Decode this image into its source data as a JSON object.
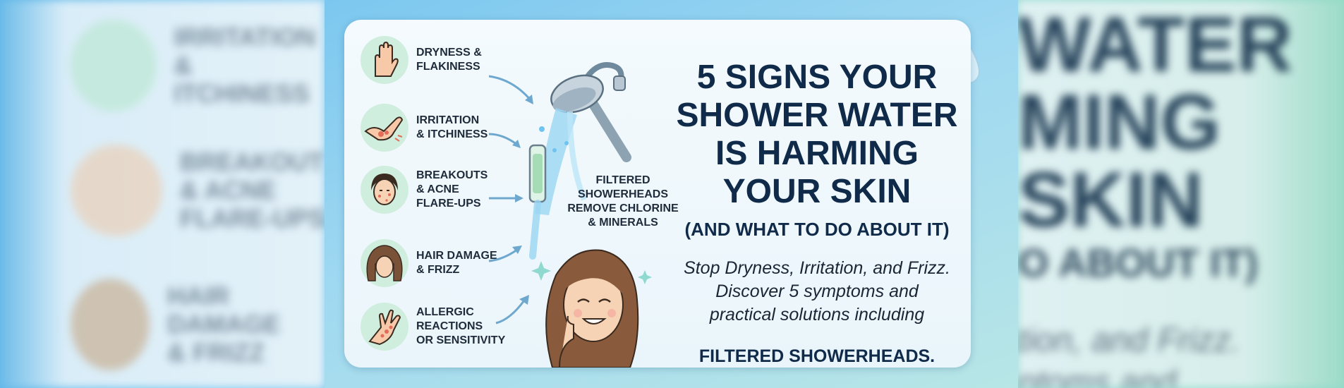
{
  "headline": {
    "title": "5 SIGNS YOUR\nSHOWER WATER\nIS HARMING\nYOUR SKIN",
    "subtitle": "(AND WHAT TO DO ABOUT IT)"
  },
  "description": {
    "text": "Stop Dryness, Irritation, and Frizz.\nDiscover 5 symptoms and\npractical solutions including",
    "emphasis": "FILTERED SHOWERHEADS."
  },
  "filter_note": "FILTERED\nSHOWERHEADS\nREMOVE CHLORINE\n& MINERALS",
  "symptoms": [
    {
      "label": "DRYNESS &\nFLAKINESS",
      "icon": "hand-icon"
    },
    {
      "label": "IRRITATION\n& ITCHINESS",
      "icon": "irritated-arm-icon"
    },
    {
      "label": "BREAKOUTS\n& ACNE\nFLARE-UPS",
      "icon": "acne-face-icon"
    },
    {
      "label": "HAIR DAMAGE\n& FRIZZ",
      "icon": "frizzy-hair-icon"
    },
    {
      "label": "ALLERGIC\nREACTIONS\nOR SENSITIVITY",
      "icon": "rash-hand-icon"
    }
  ],
  "background_left": {
    "items": [
      "IRRITATION\n& ITCHINESS",
      "BREAKOUTS\n& ACNE\nFLARE-UPS",
      "HAIR DAMAGE\n& FRIZZ"
    ]
  },
  "background_right": {
    "big_lines": [
      "WATER",
      "MING",
      "SKIN"
    ],
    "mid_line": "O ABOUT IT)",
    "italic_lines": [
      "tion, and Frizz.",
      "ptoms and"
    ]
  },
  "colors": {
    "title": "#102a4a",
    "icon_green": "#cfeedd",
    "water_blue": "#7cc7ef"
  }
}
